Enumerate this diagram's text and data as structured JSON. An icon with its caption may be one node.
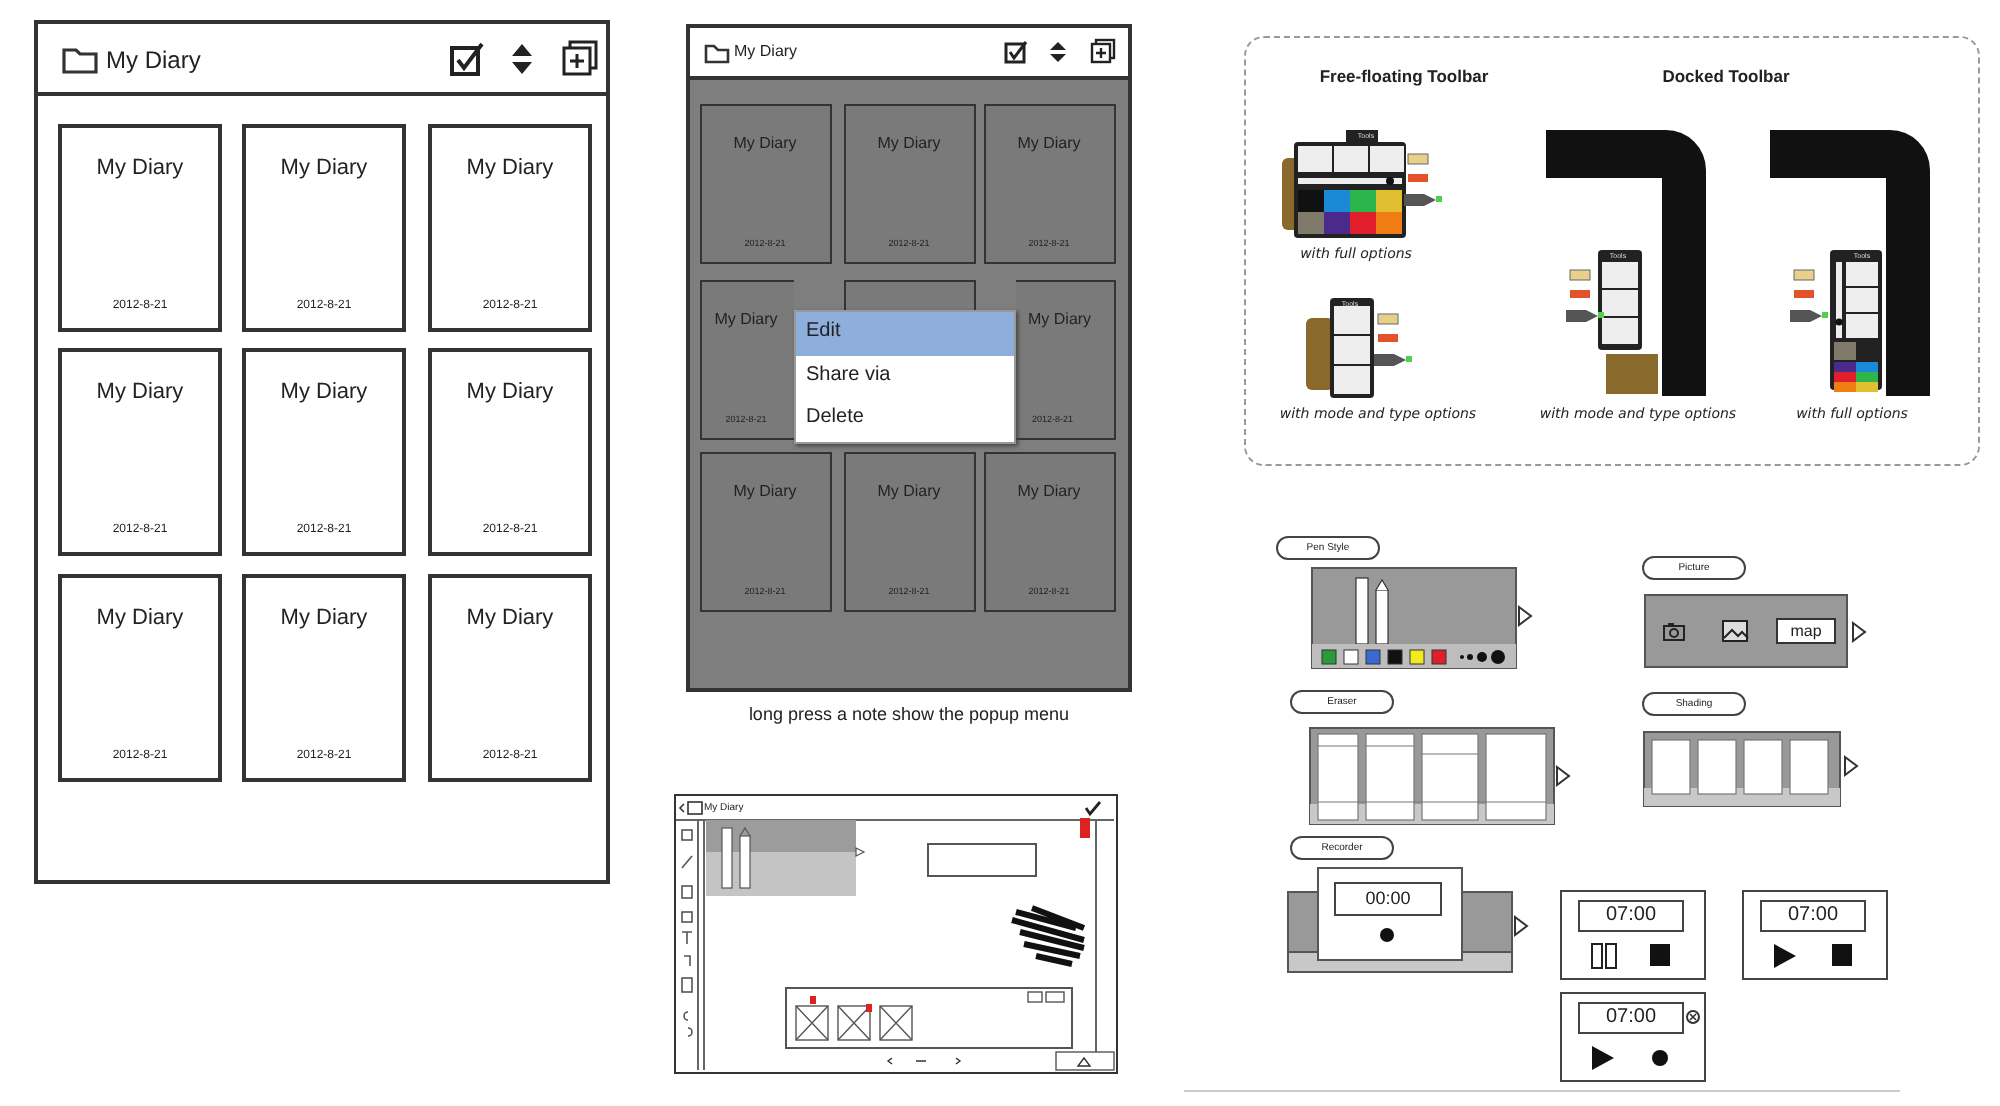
{
  "diagram": {
    "nodes": [
      {
        "text": [
          "My Diary"
        ]
      },
      {
        "text": [
          "My Diary",
          "2012-8-21"
        ],
        "in": 0
      },
      {
        "text": [
          "My Diary",
          "2012-8-21"
        ],
        "in": 0
      },
      {
        "text": [
          "My Diary",
          "2012-8-21"
        ],
        "in": 0
      },
      {
        "text": [
          "My Diary",
          "2012-8-21"
        ],
        "in": 0
      },
      {
        "text": [
          "My Diary",
          "2012-8-21"
        ],
        "in": 0
      },
      {
        "text": [
          "My Diary",
          "2012-8-21"
        ],
        "in": 0
      },
      {
        "text": [
          "My Diary",
          "2012-8-21"
        ],
        "in": 0
      },
      {
        "text": [
          "My Diary",
          "2012-8-21"
        ],
        "in": 0
      },
      {
        "text": [
          "My Diary",
          "2012-8-21"
        ],
        "in": 0
      },
      {
        "text": [
          "My Diary"
        ]
      },
      {
        "text": [
          "My Diary",
          "2012-8-21"
        ],
        "in": 10
      },
      {
        "text": [
          "My Diary",
          "2012-8-21"
        ],
        "in": 10
      },
      {
        "text": [
          "My Diary",
          "2012-8-21"
        ],
        "in": 10
      },
      {
        "text": [
          "My Diary",
          "2012-8-21"
        ],
        "in": 10
      },
      {
        "text": [],
        "shape": "box",
        "in": 10
      },
      {
        "text": [
          "My Diary",
          "2012-8-21"
        ],
        "in": 10
      },
      {
        "text": [
          "My Diary",
          "2012-8-21"
        ],
        "in": 10
      },
      {
        "text": [
          "My Diary",
          "2012-8-21"
        ],
        "in": 10
      },
      {
        "text": [
          "My Diary",
          "2012-8-21"
        ],
        "in": 10
      },
      {
        "text": [
          "Edit",
          "Share via",
          "Delete"
        ],
        "in": 10
      },
      {
        "text": [
          "My Diary"
        ]
      },
      {
        "text": [
          "Free-floating Toolbar",
          "Docked Toolbar"
        ]
      },
      {
        "text": [],
        "shape": "picture",
        "in": 22,
        "beside": [
          "with full options"
        ]
      },
      {
        "text": [],
        "shape": "picture",
        "in": 22,
        "beside": [
          "with mode and type options"
        ]
      },
      {
        "text": [],
        "shape": "picture",
        "in": 22,
        "beside": [
          "with mode and type options"
        ]
      },
      {
        "text": [],
        "shape": "picture",
        "in": 22,
        "beside": [
          "with full options"
        ]
      },
      {
        "text": [
          "Pen Style"
        ]
      },
      {
        "text": [
          "Picture"
        ]
      },
      {
        "text": [
          "Eraser"
        ]
      },
      {
        "text": [
          "Shading"
        ]
      },
      {
        "text": [
          "Recorder"
        ]
      }
    ],
    "labels": [
      "long press a note show the popup menu",
      "Tools",
      "Tools",
      "Tools",
      "Tools",
      "map",
      "00:00",
      "07:00",
      "07:00",
      "07:00"
    ]
  }
}
